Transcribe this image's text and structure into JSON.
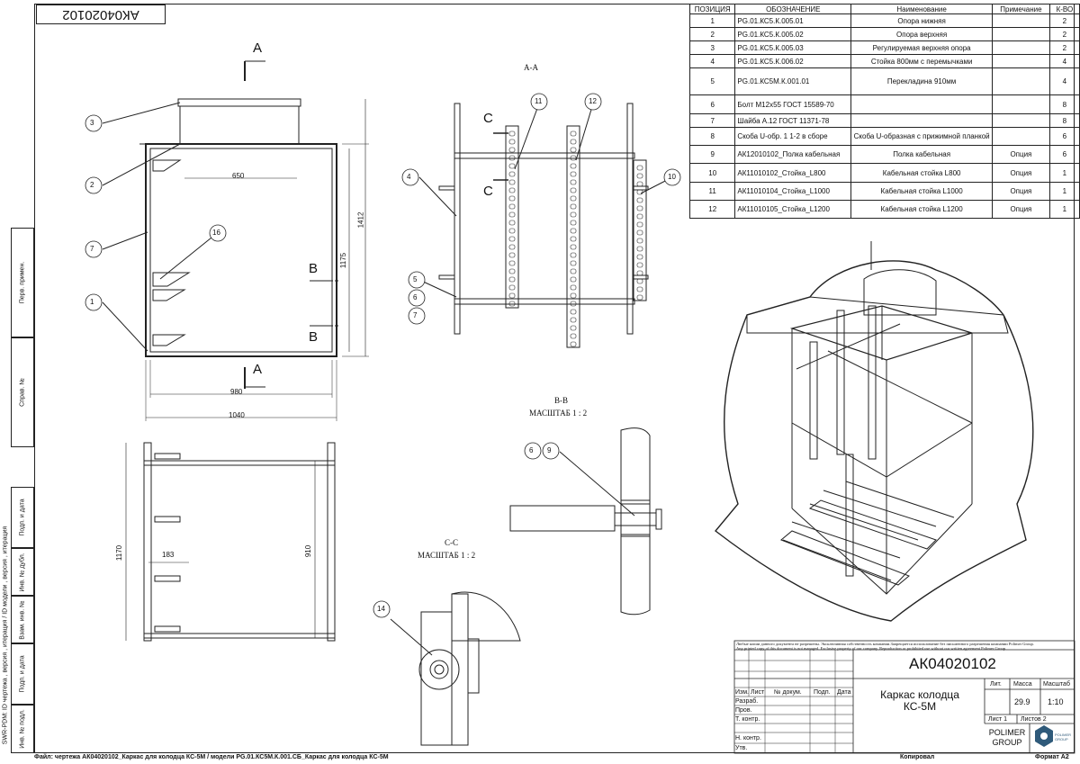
{
  "stamp": "АК04020102",
  "spec": {
    "headers": [
      "ПОЗИЦИЯ",
      "ОБОЗНАЧЕНИЕ",
      "Наименование",
      "Примечание",
      "К-ВО"
    ],
    "rows": [
      {
        "pos": "1",
        "code": "PG.01.КС5.К.005.01",
        "name": "Опора нижняя",
        "note": "",
        "qty": "2"
      },
      {
        "pos": "2",
        "code": "PG.01.КС5.К.005.02",
        "name": "Опора верхняя",
        "note": "",
        "qty": "2"
      },
      {
        "pos": "3",
        "code": "PG.01.КС5.К.005.03",
        "name": "Регулируемая верхняя опора",
        "note": "",
        "qty": "2"
      },
      {
        "pos": "4",
        "code": "PG.01.КС5.К.006.02",
        "name": "Стойка 800мм с перемычками",
        "note": "",
        "qty": "4"
      },
      {
        "pos": "5",
        "code": "PG.01.КС5М.К.001.01",
        "name": "Перекладина 910мм",
        "note": "",
        "qty": "4"
      },
      {
        "pos": "6",
        "code": "Болт М12х55 ГОСТ 15589-70",
        "name": "",
        "note": "",
        "qty": "8"
      },
      {
        "pos": "7",
        "code": "Шайба А.12 ГОСТ 11371-78",
        "name": "",
        "note": "",
        "qty": "8"
      },
      {
        "pos": "8",
        "code": "Скоба U-обр. 1 1-2 в сборе",
        "name": "Скоба U-образная с прижимной планкой",
        "note": "",
        "qty": "6"
      },
      {
        "pos": "9",
        "code": "АК12010102_Полка кабельная",
        "name": "Полка кабельная",
        "note": "Опция",
        "qty": "6"
      },
      {
        "pos": "10",
        "code": "АК11010102_Стойка_L800",
        "name": "Кабельная стойка L800",
        "note": "Опция",
        "qty": "1"
      },
      {
        "pos": "11",
        "code": "АК11010104_Стойка_L1000",
        "name": "Кабельная стойка L1000",
        "note": "Опция",
        "qty": "1"
      },
      {
        "pos": "12",
        "code": "АК11010105_Стойка_L1200",
        "name": "Кабельная стойка L1200",
        "note": "Опция",
        "qty": "1"
      }
    ]
  },
  "views": {
    "section_aa": "А-А",
    "section_bb": "В-В",
    "section_cc": "С-С",
    "scale_label": "МАСШТАБ  1 : 2",
    "cut_a": "А",
    "cut_b": "В",
    "cut_c": "С"
  },
  "dims": {
    "d650": "650",
    "d1412": "1412",
    "d1175": "1175",
    "d980": "980",
    "d1040": "1040",
    "d1170": "1170",
    "d183": "183",
    "d910": "910"
  },
  "balloons": {
    "b1": "1",
    "b2": "2",
    "b3": "3",
    "b4": "4",
    "b5": "5",
    "b6": "6",
    "b7": "7",
    "b9": "9",
    "b10": "10",
    "b11": "11",
    "b12": "12",
    "b14": "14",
    "b16": "16"
  },
  "side": {
    "perv_primen": "Перв. примен.",
    "sprav": "Справ. №",
    "podp_data": "Подп. и дата",
    "inv_dubl": "Инв. № дубл.",
    "vzam_inv": "Взам. инв. №",
    "inv_podl": "Инв. № подл.",
    "swr": "SWR-PDM: ID чертежа , версия , итерация  / ID модели , версия , итерация"
  },
  "titleblock": {
    "notice": "Любые копии данного документа не разрешены. Эксклюзивная собственность компании.Запрещается использование без письменного разрешения компании Polimer Group.",
    "notice_en": "Any printed copy of this document is not managed. Exclusive property of our company. Reproduction or prohibited use without our written agreement Polimer Group.",
    "designation": "АК04020102",
    "title": "Каркас колодца КС-5М",
    "lit": "Лит.",
    "mass": "Масса",
    "scale": "Масштаб",
    "mass_value": "29.9",
    "scale_value": "1:10",
    "sheet": "Лист 1",
    "sheets": "Листов 2",
    "company": "POLIMER GROUP",
    "logo_text": "POLIMER GROUP",
    "rows": {
      "izm": "Изм.",
      "list": "Лист",
      "ndoc": "№ докум.",
      "podp": "Подп.",
      "data": "Дата",
      "razrab": "Разраб.",
      "prov": "Пров.",
      "tkontr": "Т. контр.",
      "nkontr": "Н. контр.",
      "utv": "Утв."
    }
  },
  "footer": {
    "file": "Файл: чертежа АК04020102_Каркас для колодца КС-5М / модели PG.01.КС5М.К.001.СБ_Каркас для колодца КС-5М",
    "copied": "Копировал",
    "format": "Формат A2"
  },
  "colors": {
    "line": "#222222",
    "paper": "#ffffff"
  }
}
